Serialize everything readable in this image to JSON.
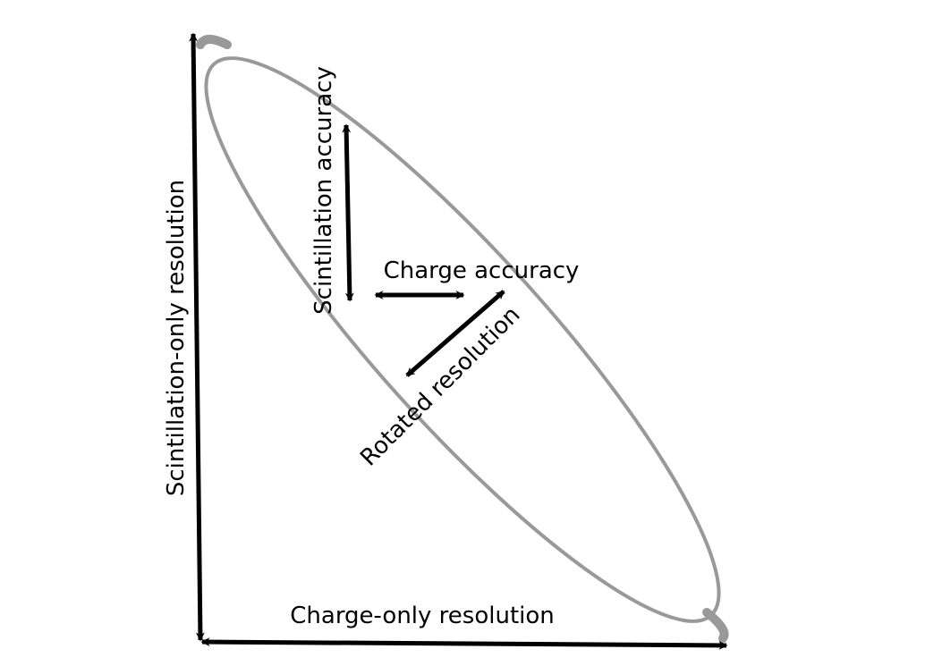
{
  "labels": {
    "scintillation_only": "Scintillation-only resolution",
    "scintillation_accuracy": "Scintillation accuracy",
    "charge_accuracy": "Charge accuracy",
    "rotated_resolution": "Rotated resolution",
    "charge_only": "Charge-only resolution"
  },
  "colors": {
    "ellipse_stroke": "#999999",
    "arrow": "#000000",
    "text": "#000000",
    "background": "#ffffff"
  }
}
